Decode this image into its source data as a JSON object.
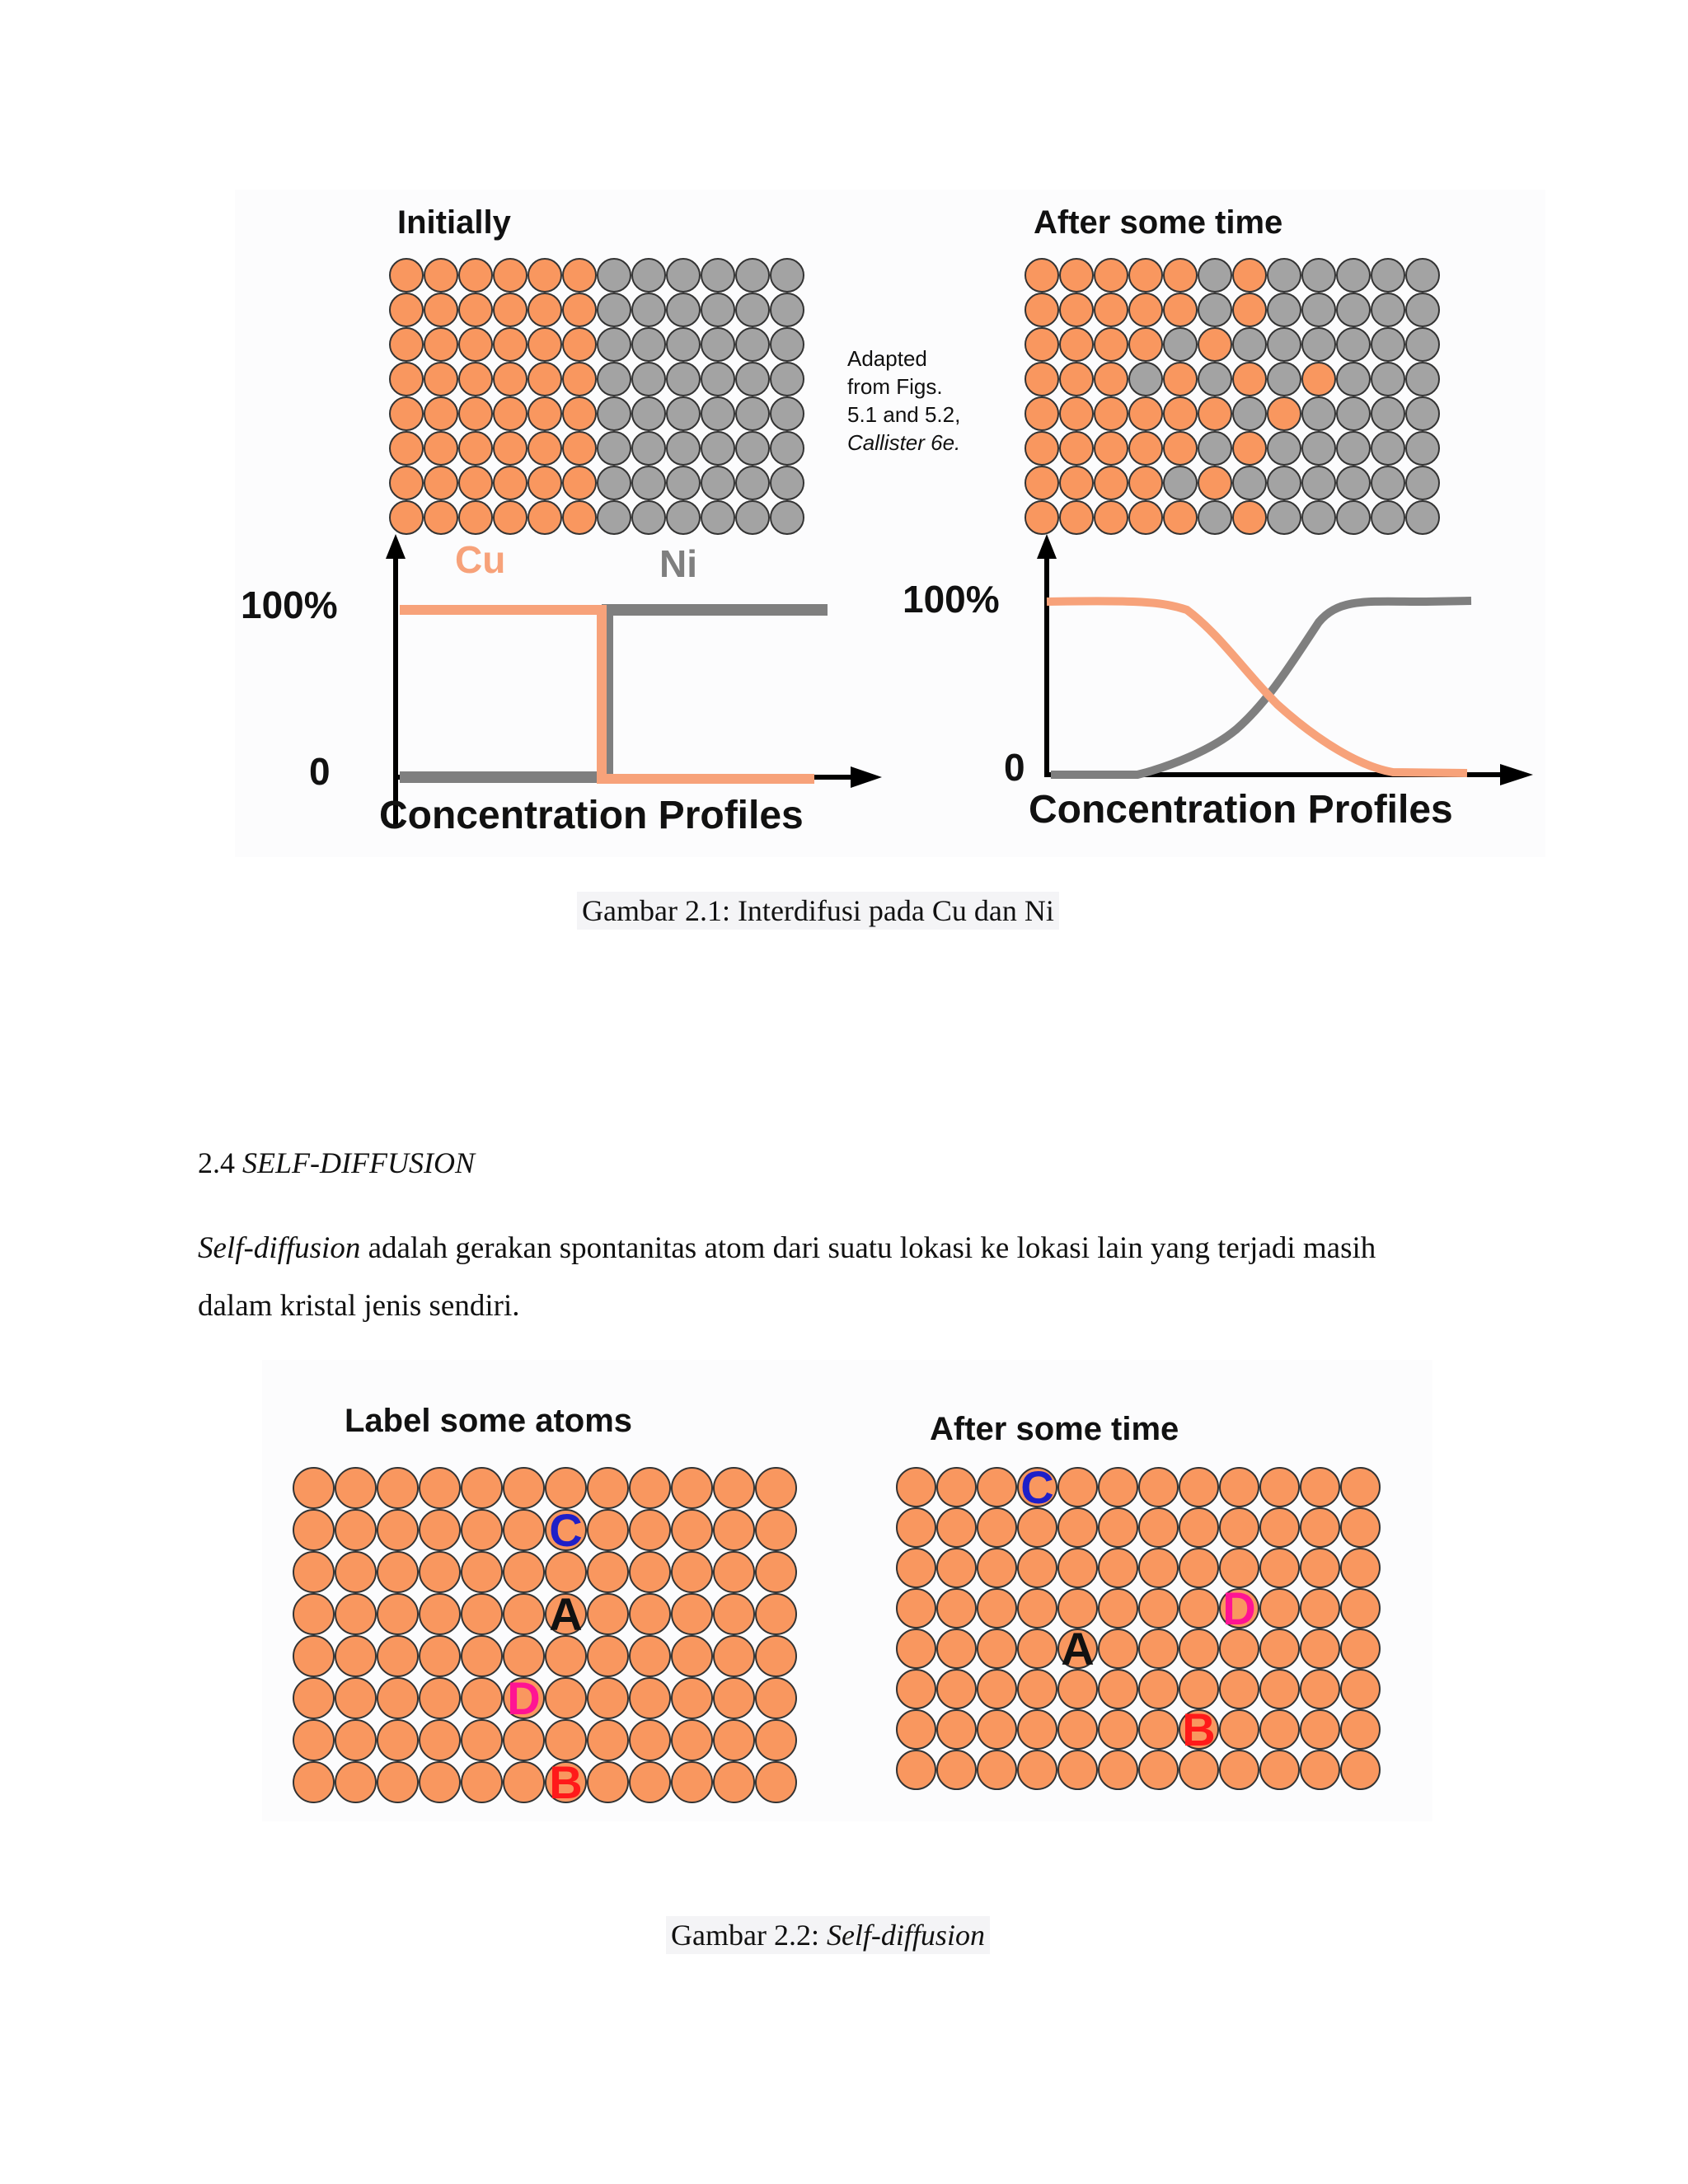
{
  "figure1": {
    "left_title": "Initially",
    "right_title": "After some time",
    "note_lines": [
      "Adapted",
      "from Figs.",
      "5.1 and 5.2,"
    ],
    "note_italic": "Callister 6e.",
    "cu_label": "Cu",
    "ni_label": "Ni",
    "y_max_label_left": "100%",
    "y_zero_label_left": "0",
    "y_max_label_right": "100%",
    "y_zero_label_right": "0",
    "xlabel_left": "Concentration Profiles",
    "xlabel_right": "Concentration Profiles",
    "colors": {
      "cu": "#f9975f",
      "ni": "#a3a3a3",
      "cu_line": "#f7a27a",
      "ni_line": "#7f7f7f"
    },
    "right_grid_rows": [
      "CCCCCNCNNNNN",
      "CCCCCNCNNNNN",
      "CCCCNCNNNNNN",
      "CCCNCNCNCNNN",
      "CCCCCCNCNNNN",
      "CCCCCNCNNNNN",
      "CCCCNCNNNNNN",
      "CCCCCNCNNNNN"
    ],
    "caption": "Gambar 2.1: Interdifusi pada Cu dan Ni"
  },
  "section": {
    "number": "2.4",
    "title": "SELF-DIFFUSION",
    "para_italic": "Self-diffusion",
    "para_line1_rest": " adalah gerakan spontanitas atom dari suatu lokasi ke lokasi lain yang terjadi masih",
    "para_line2": "dalam kristal jenis sendiri."
  },
  "figure2": {
    "left_title": "Label some atoms",
    "right_title": "After some time",
    "left_labels": [
      {
        "text": "C",
        "row": 1,
        "col": 6,
        "color": "#1f1fc8"
      },
      {
        "text": "A",
        "row": 3,
        "col": 6,
        "color": "#111111"
      },
      {
        "text": "D",
        "row": 5,
        "col": 5,
        "color": "#ff1493"
      },
      {
        "text": "B",
        "row": 7,
        "col": 6,
        "color": "#ff1a1a"
      }
    ],
    "right_labels": [
      {
        "text": "C",
        "row": 0,
        "col": 3,
        "color": "#1f1fc8"
      },
      {
        "text": "D",
        "row": 3,
        "col": 8,
        "color": "#ff1493"
      },
      {
        "text": "A",
        "row": 4,
        "col": 4,
        "color": "#111111"
      },
      {
        "text": "B",
        "row": 6,
        "col": 7,
        "color": "#ff1a1a"
      }
    ],
    "caption_prefix": "Gambar 2.2: ",
    "caption_italic": "Self-diffusion"
  }
}
